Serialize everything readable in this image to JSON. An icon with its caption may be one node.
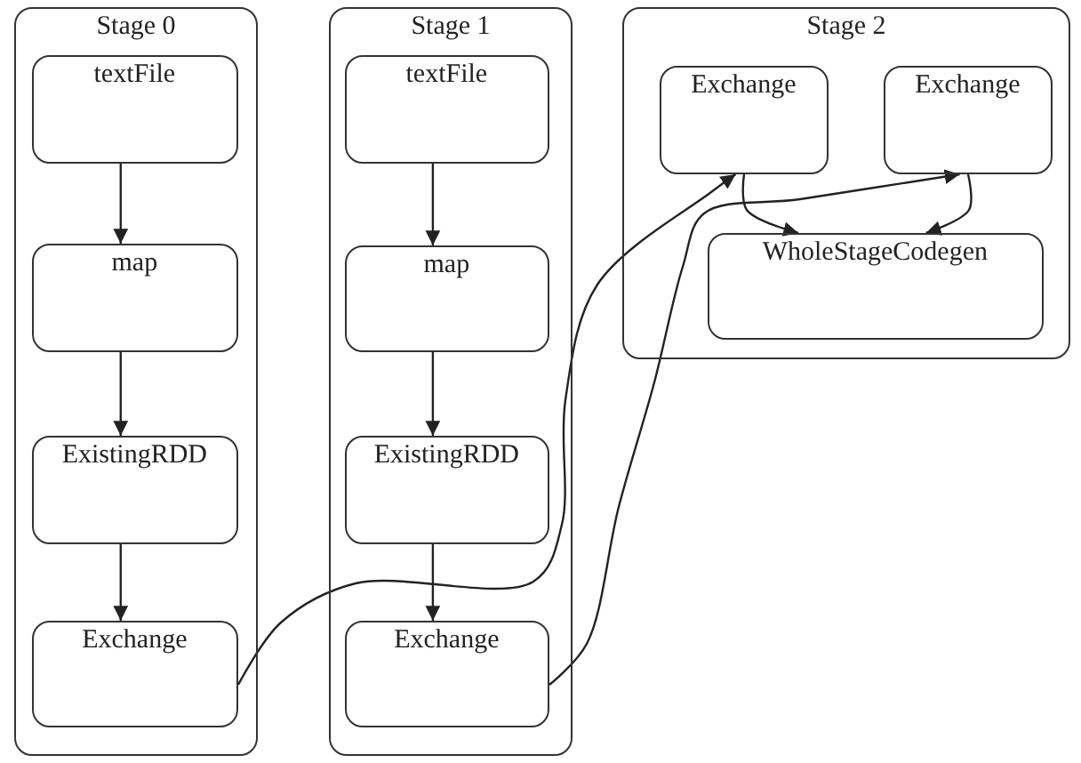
{
  "diagram": {
    "nodes": [
      {
        "text": [
          "Stage 0"
        ]
      },
      {
        "text": [
          "textFile"
        ],
        "in": 0
      },
      {
        "text": [
          "map"
        ],
        "in": 0
      },
      {
        "text": [
          "ExistingRDD"
        ],
        "in": 0
      },
      {
        "text": [
          "Exchange"
        ],
        "in": 0
      },
      {
        "text": [
          "Stage 1"
        ]
      },
      {
        "text": [
          "textFile"
        ],
        "in": 5
      },
      {
        "text": [
          "map"
        ],
        "in": 5
      },
      {
        "text": [
          "ExistingRDD"
        ],
        "in": 5
      },
      {
        "text": [
          "Exchange"
        ],
        "in": 5
      },
      {
        "text": [
          "Stage 2"
        ]
      },
      {
        "text": [
          "Exchange"
        ],
        "in": 10
      },
      {
        "text": [
          "Exchange"
        ],
        "in": 10
      },
      {
        "text": [
          "WholeStageCodegen"
        ],
        "in": 10
      }
    ],
    "edges": [
      {
        "from": 1,
        "to": 2,
        "arrow": "to"
      },
      {
        "from": 2,
        "to": 3,
        "arrow": "to"
      },
      {
        "from": 3,
        "to": 4,
        "arrow": "to"
      },
      {
        "from": 6,
        "to": 7,
        "arrow": "to"
      },
      {
        "from": 7,
        "to": 8,
        "arrow": "to"
      },
      {
        "from": 8,
        "to": 9,
        "arrow": "to"
      },
      {
        "from": 4,
        "to": 11,
        "arrow": "to"
      },
      {
        "from": 9,
        "to": 12,
        "arrow": "to"
      },
      {
        "from": 11,
        "to": 13,
        "arrow": "to"
      },
      {
        "from": 12,
        "to": 13,
        "arrow": "to"
      }
    ]
  }
}
